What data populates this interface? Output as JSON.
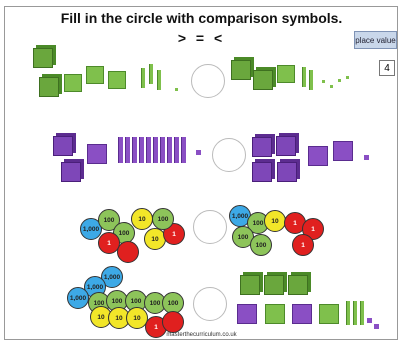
{
  "title": "Fill in the circle with comparison symbols.",
  "symbols": "> = <",
  "place_value_button": "place value",
  "question_number": "4",
  "footer": "masterthecurriculum.co.uk",
  "row3_left_coins": [
    "1,000",
    "100",
    "100",
    "10",
    "10",
    "1",
    "1"
  ],
  "row3_right_coins": [
    "1,000",
    "100",
    "10",
    "100",
    "100",
    "1",
    "1",
    "1"
  ],
  "row4_left_coins": [
    "1,000",
    "1,000",
    "1,000",
    "100",
    "100",
    "100",
    "10",
    "10",
    "10",
    "1"
  ],
  "coin_colors": {
    "thousand": "#3da9e6",
    "hundred": "#8dc45a",
    "ten": "#f2e629",
    "one": "#e0201f"
  },
  "block_colors": {
    "green": "#6aa73d",
    "purple": "#7e47b8"
  }
}
